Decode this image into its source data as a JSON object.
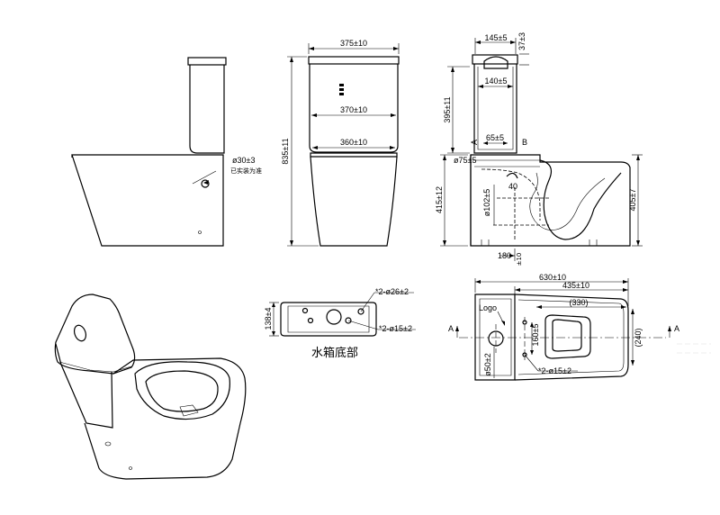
{
  "side_view": {
    "hole_dim": "ø30±3",
    "hole_note": "已实装为准"
  },
  "front_view": {
    "top_width": "375±10",
    "mid_width": "370±10",
    "seat_width": "360±10",
    "total_height": "835±11"
  },
  "section_view": {
    "tank_width": "145±5",
    "tank_lid": "37±3",
    "button_width": "140±5",
    "tank_height": "395±11",
    "outlet_width": "65±5",
    "label_a": "A",
    "label_b": "B",
    "inlet_dia": "ø75±5",
    "bowl_height": "415±12",
    "trap_dia": "ø102±5",
    "trap_depth": "40",
    "rim_height": "405±7",
    "outlet_offset": "180",
    "outlet_offset_tol": "±10"
  },
  "tank_bottom": {
    "height": "138±4",
    "large_holes": "*2-ø26±2",
    "small_holes": "*2-ø15±2",
    "caption": "水箱底部"
  },
  "top_view": {
    "total_length": "630±10",
    "bowl_length": "435±10",
    "inner_length": "(330)",
    "inner_width": "(240)",
    "hole_offset": "160±5",
    "outlet_dia": "ø50±2",
    "fixing_holes": "*2-ø15±2",
    "logo_label": "Logo",
    "section_a_left": "A",
    "section_a_right": "A"
  }
}
